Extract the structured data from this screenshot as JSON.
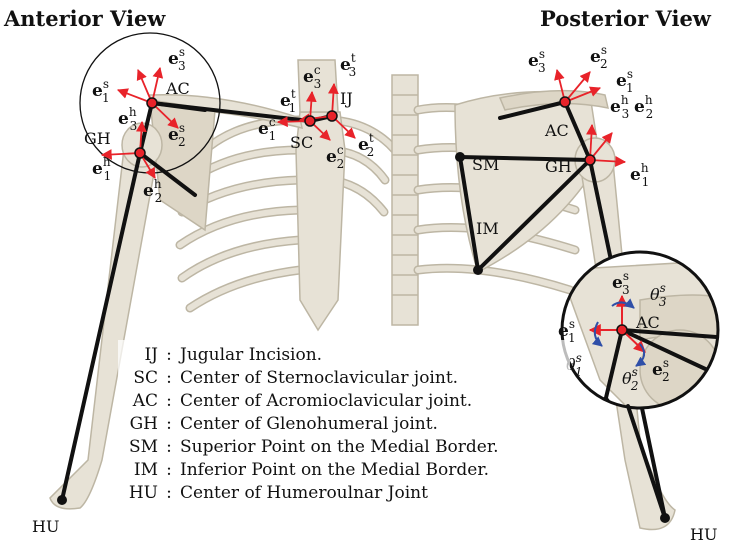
{
  "views": {
    "anterior_title": "Anterior View",
    "posterior_title": "Posterior View"
  },
  "points": {
    "ac": "AC",
    "gh": "GH",
    "sc": "SC",
    "ij": "IJ",
    "sm": "SM",
    "im": "IM",
    "hu": "HU"
  },
  "vectors": {
    "e1s": {
      "base": "e",
      "sub": "1",
      "sup": "s"
    },
    "e2s": {
      "base": "e",
      "sub": "2",
      "sup": "s"
    },
    "e3s": {
      "base": "e",
      "sub": "3",
      "sup": "s"
    },
    "e1h": {
      "base": "e",
      "sub": "1",
      "sup": "h"
    },
    "e2h": {
      "base": "e",
      "sub": "2",
      "sup": "h"
    },
    "e3h": {
      "base": "e",
      "sub": "3",
      "sup": "h"
    },
    "e1c": {
      "base": "e",
      "sub": "1",
      "sup": "c"
    },
    "e2c": {
      "base": "e",
      "sub": "2",
      "sup": "c"
    },
    "e3c": {
      "base": "e",
      "sub": "3",
      "sup": "c"
    },
    "e1t": {
      "base": "e",
      "sub": "1",
      "sup": "t"
    },
    "e2t": {
      "base": "e",
      "sub": "2",
      "sup": "t"
    },
    "e3t": {
      "base": "e",
      "sub": "3",
      "sup": "t"
    }
  },
  "angles": {
    "theta1s": {
      "base": "θ",
      "sub": "1",
      "sup": "s"
    },
    "theta2s": {
      "base": "θ",
      "sub": "2",
      "sup": "s"
    },
    "theta3s": {
      "base": "θ",
      "sub": "3",
      "sup": "s"
    }
  },
  "legend": [
    {
      "abbr": "IJ",
      "text": "Jugular Incision."
    },
    {
      "abbr": "SC",
      "text": "Center of Sternoclavicular joint."
    },
    {
      "abbr": "AC",
      "text": "Center of Acromioclavicular joint."
    },
    {
      "abbr": "GH",
      "text": "Center of Glenohumeral joint."
    },
    {
      "abbr": "SM",
      "text": "Superior Point on the Medial Border."
    },
    {
      "abbr": "IM",
      "text": "Inferior Point on the Medial Border."
    },
    {
      "abbr": "HU",
      "text": "Center of Humeroulnar Joint"
    }
  ],
  "colors": {
    "bone": "#e7e2d6",
    "bone_shade": "#bdb6a4",
    "segment": "#111111",
    "axis": "#e8232a",
    "rotation": "#2f4fa8"
  }
}
